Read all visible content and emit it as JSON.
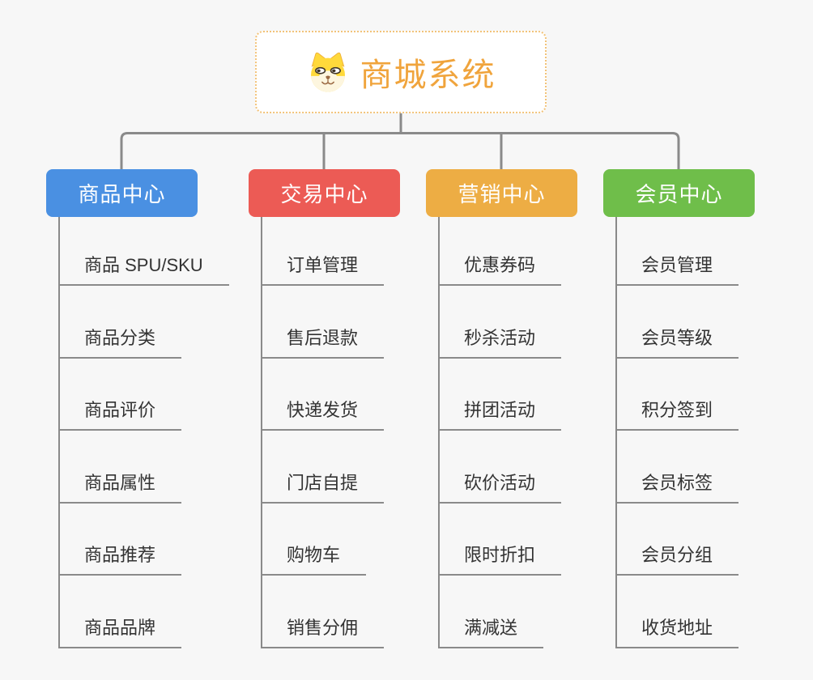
{
  "root": {
    "title": "商城系统",
    "icon": "dog-icon",
    "text_color": "#F0A43C",
    "border_color": "#F2C379"
  },
  "branches": [
    {
      "label": "商品中心",
      "color": "#4A90E2",
      "children": [
        "商品 SPU/SKU",
        "商品分类",
        "商品评价",
        "商品属性",
        "商品推荐",
        "商品品牌"
      ]
    },
    {
      "label": "交易中心",
      "color": "#EC5B55",
      "children": [
        "订单管理",
        "售后退款",
        "快递发货",
        "门店自提",
        "购物车",
        "销售分佣"
      ]
    },
    {
      "label": "营销中心",
      "color": "#EDAD44",
      "children": [
        "优惠券码",
        "秒杀活动",
        "拼团活动",
        "砍价活动",
        "限时折扣",
        "满减送"
      ]
    },
    {
      "label": "会员中心",
      "color": "#6FBE4A",
      "children": [
        "会员管理",
        "会员等级",
        "积分签到",
        "会员标签",
        "会员分组",
        "收货地址"
      ]
    }
  ],
  "colors": {
    "connector": "#8A8A8A",
    "leaf_text": "#333333",
    "background": "#F7F7F7"
  }
}
